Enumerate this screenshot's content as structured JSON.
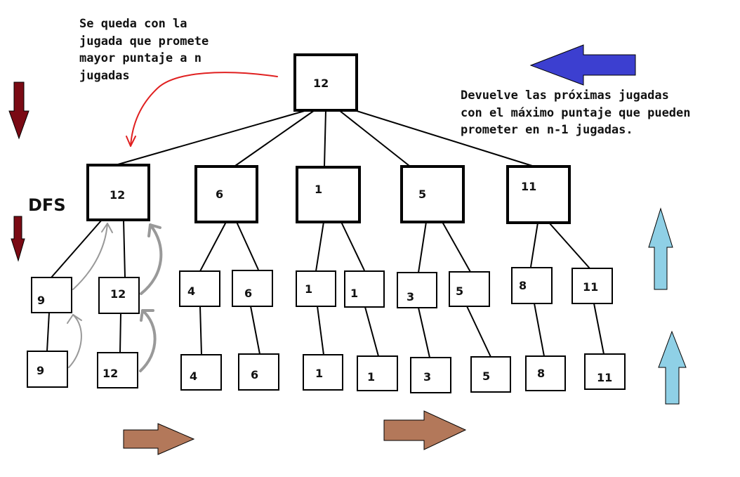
{
  "annotations": {
    "top_left": "Se queda con la\njugada que promete\nmayor puntaje a n\njugadas",
    "top_right": "Devuelve las próximas jugadas\ncon el máximo puntaje que pueden\nprometer en n-1 jugadas.",
    "dfs": "DFS"
  },
  "tree": {
    "root": "12",
    "level1": [
      "12",
      "6",
      "1",
      "5",
      "11"
    ],
    "level2": [
      "9",
      "12",
      "4",
      "6",
      "1",
      "1",
      "3",
      "5",
      "8",
      "11"
    ],
    "level3": [
      "9",
      "12",
      "4",
      "6",
      "1",
      "1",
      "3",
      "5",
      "8",
      "11"
    ]
  },
  "colors": {
    "dfs_arrow": "#7a0a14",
    "left_arrow": "#3c3fd0",
    "up_arrow": "#8fd0e6",
    "right_arrow": "#b3785a",
    "pointer_curve": "#e02020",
    "flow_curve": "#999999"
  }
}
